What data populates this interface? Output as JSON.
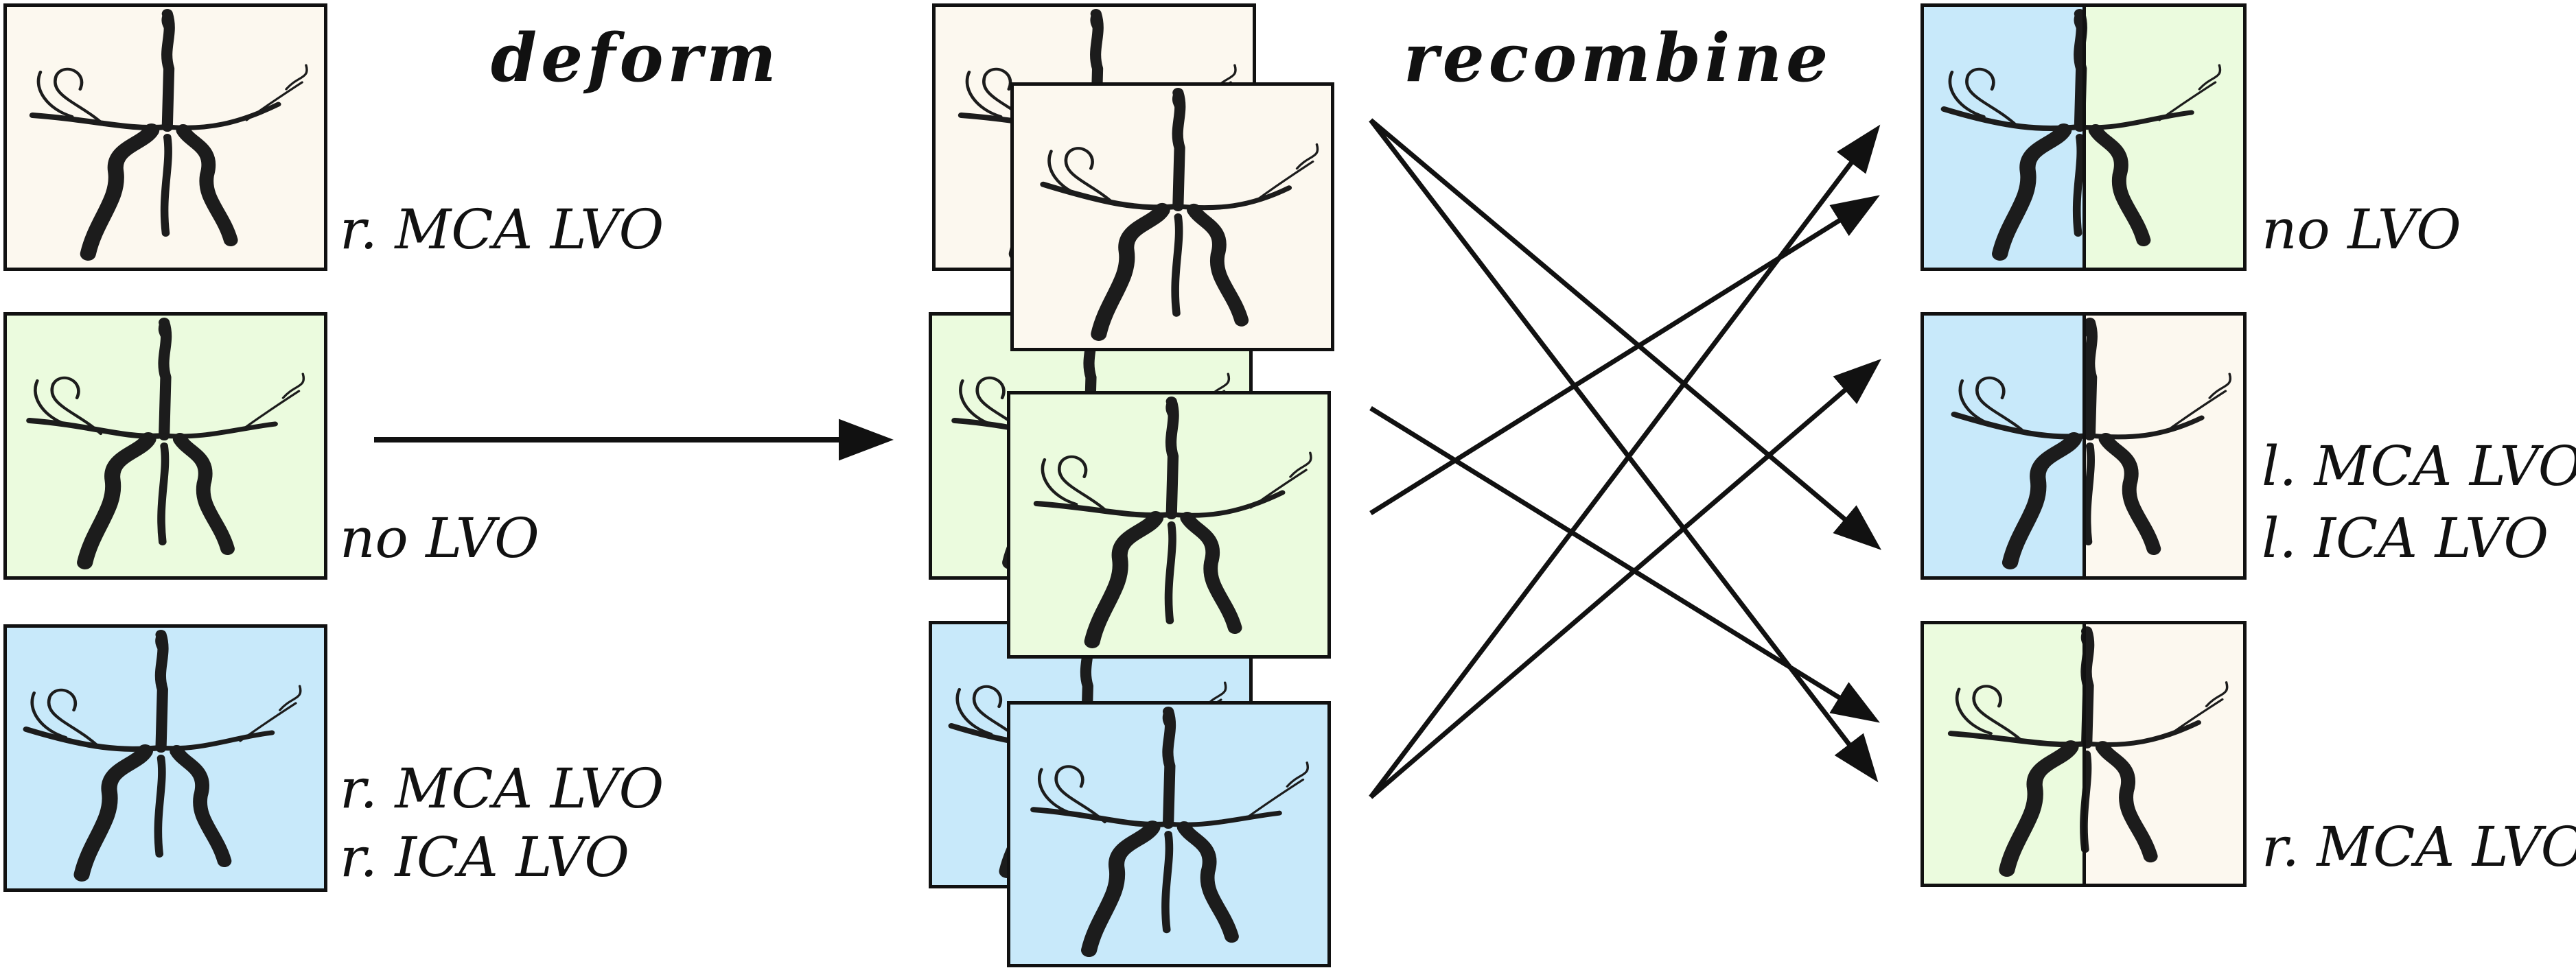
{
  "headings": {
    "deform": "deform",
    "recombine": "recombine"
  },
  "colors": {
    "cream": "#fcf8ef",
    "green": "#ebfbde",
    "blue": "#c8e9fa",
    "vessel": "#1c1c1c",
    "line": "#111111"
  },
  "left_labels": {
    "top": [
      "r. MCA LVO"
    ],
    "middle": [
      "no LVO"
    ],
    "bottom": [
      "r. MCA LVO",
      "r. ICA LVO"
    ]
  },
  "right_labels": {
    "top": [
      "no LVO"
    ],
    "middle": [
      "l. MCA LVO",
      "l. ICA LVO"
    ],
    "bottom": [
      "r. MCA LVO"
    ]
  }
}
